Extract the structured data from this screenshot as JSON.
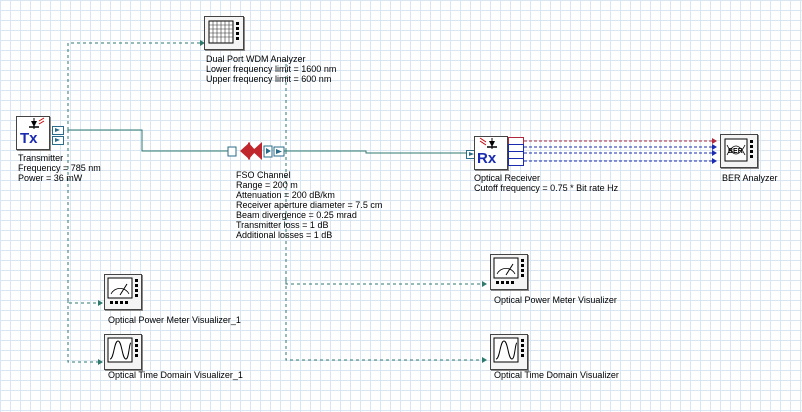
{
  "components": {
    "transmitter": {
      "name": "Transmitter",
      "frequency": "Frequency = 785  nm",
      "power": "Power = 36  mW",
      "icon_text": "Tx"
    },
    "wdm_analyzer": {
      "name": "Dual Port WDM Analyzer",
      "lower": "Lower frequency limit = 1600  nm",
      "upper": "Upper frequency limit = 600  nm"
    },
    "fso_channel": {
      "name": "FSO Channel",
      "params": [
        "Range = 200  m",
        "Attenuation = 200  dB/km",
        "Receiver aperture diameter = 7.5  cm",
        "Beam divergence = 0.25  mrad",
        "Transmitter loss = 1  dB",
        "Additional losses = 1  dB"
      ]
    },
    "receiver": {
      "name": "Optical Receiver",
      "cutoff": "Cutoff frequency = 0.75 * Bit rate  Hz",
      "icon_text": "Rx"
    },
    "ber_analyzer": {
      "name": "BER Analyzer",
      "icon_text": "BER"
    },
    "power_meter_1": {
      "name": "Optical Power Meter Visualizer_1"
    },
    "time_domain_1": {
      "name": "Optical Time Domain Visualizer_1"
    },
    "power_meter_2": {
      "name": "Optical Power Meter Visualizer"
    },
    "time_domain_2": {
      "name": "Optical Time Domain Visualizer"
    }
  },
  "colors": {
    "optical_link": "#2f7a6f",
    "monitor_link": "#2f7a6f",
    "electrical_red": "#b0283c",
    "electrical_blue": "#1a2bb0",
    "fso_body": "#c0272d"
  }
}
